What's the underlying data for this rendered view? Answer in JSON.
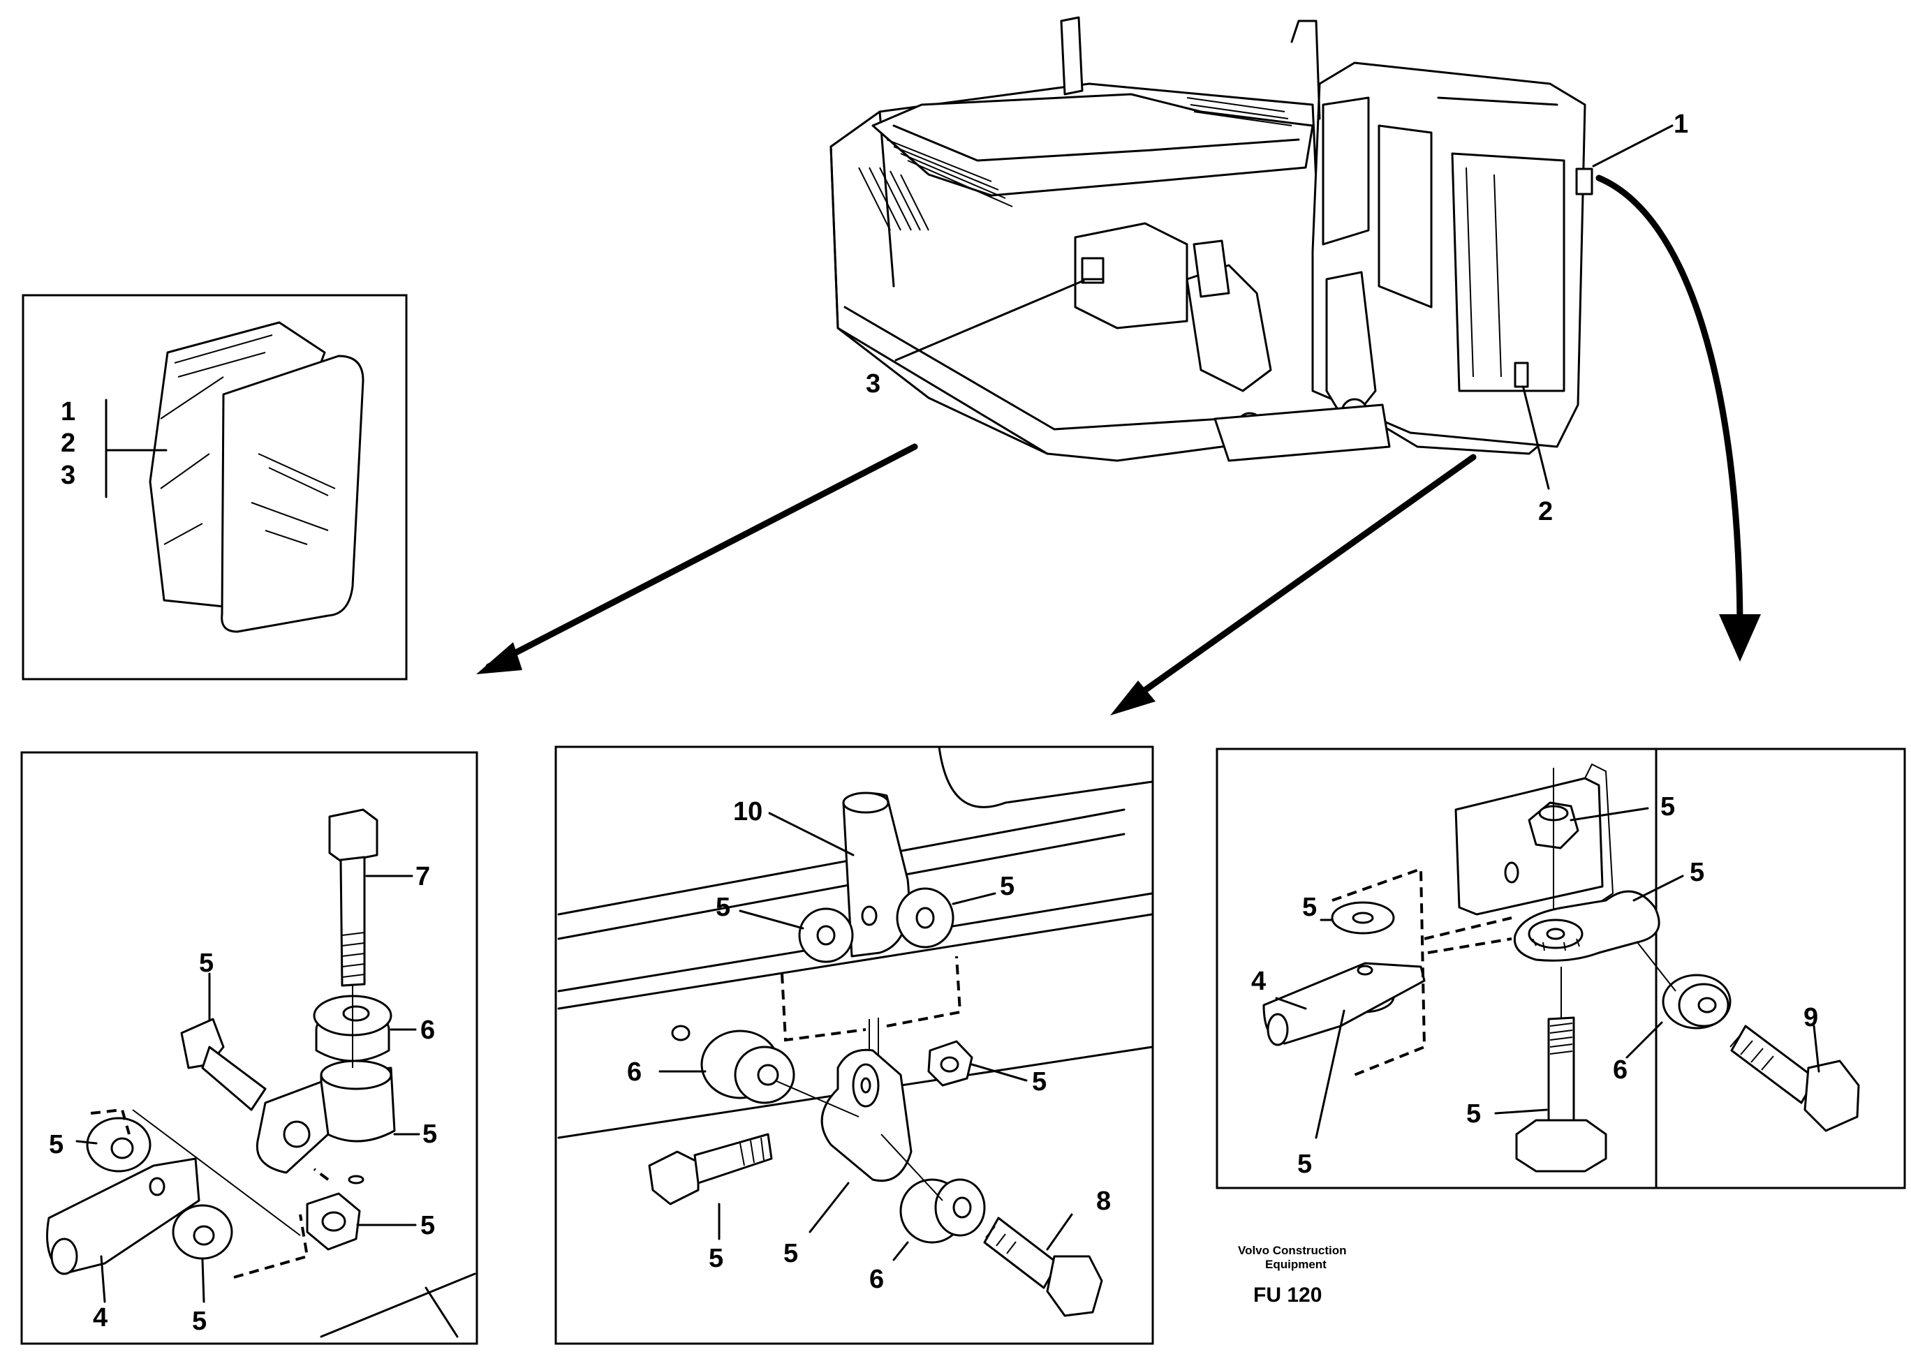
{
  "diagram": {
    "labels": {
      "inset_top": [
        "1",
        "2",
        "3"
      ],
      "machine": {
        "l1": "1",
        "l2": "2",
        "l3": "3"
      },
      "left": {
        "l7": "7",
        "l5a": "5",
        "l6": "6",
        "l5b": "5",
        "l5c": "5",
        "l4": "4",
        "l5d": "5",
        "l5e": "5"
      },
      "middle": {
        "l10": "10",
        "l5a": "5",
        "l5b": "5",
        "l6a": "6",
        "l5c": "5",
        "l5d": "5",
        "l5e": "5",
        "l8": "8",
        "l6b": "6"
      },
      "right": {
        "l5a": "5",
        "l5b": "5",
        "l5c": "5",
        "l4": "4",
        "l6": "6",
        "l9": "9",
        "l5d": "5",
        "l5e": "5"
      }
    },
    "footer": {
      "brand_line1": "Volvo Construction",
      "brand_line2": "Equipment",
      "code": "FU 120"
    }
  }
}
